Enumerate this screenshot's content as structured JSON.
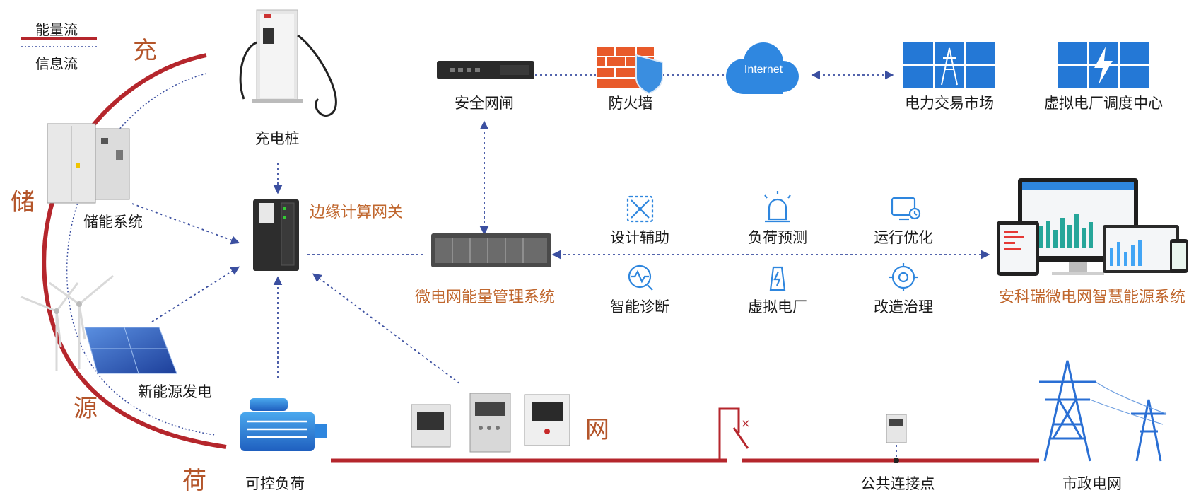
{
  "legend": {
    "energy_flow": "能量流",
    "info_flow": "信息流"
  },
  "segments": {
    "charge": "充",
    "storage": "储",
    "source": "源",
    "load": "荷",
    "grid": "网"
  },
  "devices": {
    "charging_pile": "充电桩",
    "energy_storage": "储能系统",
    "renewable": "新能源发电",
    "controllable_load": "可控负荷",
    "edge_gateway": "边缘计算网关",
    "security_gateway": "安全网闸",
    "firewall": "防火墙",
    "internet": "Internet",
    "power_market": "电力交易市场",
    "vpp_center": "虚拟电厂调度中心",
    "ems": "微电网能量管理系统",
    "platform": "安科瑞微电网智慧能源系统",
    "pcc": "公共连接点",
    "utility_grid": "市政电网"
  },
  "functions": [
    "设计辅助",
    "负荷预测",
    "运行优化",
    "智能诊断",
    "虚拟电厂",
    "改造治理"
  ],
  "colors": {
    "energy_line": "#b5262c",
    "info_line": "#3b4fa0",
    "accent_blue": "#2e86de",
    "label_orange": "#c0672e"
  }
}
